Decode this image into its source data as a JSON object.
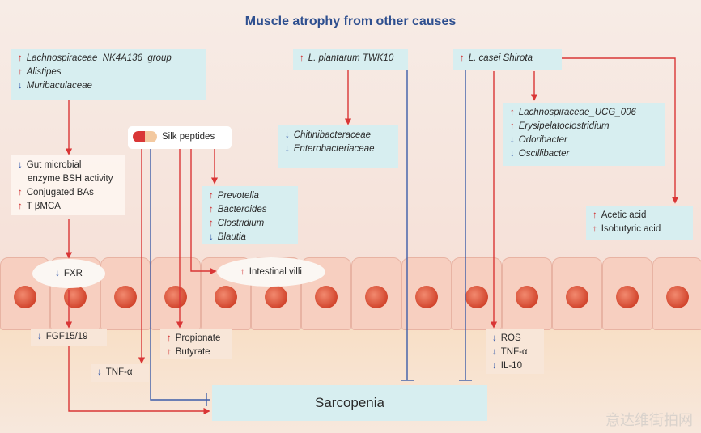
{
  "title": "Muscle atrophy from other causes",
  "boxes": {
    "gut_group": [
      {
        "dir": "up",
        "text": "Lachnospiraceae_NK4A136_group"
      },
      {
        "dir": "up",
        "text": "Alistipes"
      },
      {
        "dir": "down",
        "text": "Muribaculaceae"
      }
    ],
    "plantarum": {
      "dir": "up",
      "text": "L. plantarum TWK10"
    },
    "casei": {
      "dir": "up",
      "text": "L. casei Shirota"
    },
    "chitin": [
      {
        "dir": "down",
        "text": "Chitinibacteraceae"
      },
      {
        "dir": "down",
        "text": "Enterobacteriaceae"
      }
    ],
    "lachno2": [
      {
        "dir": "up",
        "text": "Lachnospiraceae_UCG_006"
      },
      {
        "dir": "up",
        "text": "Erysipelatoclostridium"
      },
      {
        "dir": "down",
        "text": "Odoribacter"
      },
      {
        "dir": "down",
        "text": "Oscillibacter"
      }
    ],
    "bsh": [
      {
        "dir": "down",
        "text": "Gut microbial"
      },
      {
        "dir": "none",
        "text": "enzyme BSH activity"
      },
      {
        "dir": "up",
        "text": "Conjugated BAs"
      },
      {
        "dir": "up",
        "text": "T βMCA"
      }
    ],
    "silk": "Silk peptides",
    "prevotella": [
      {
        "dir": "up",
        "text": "Prevotella"
      },
      {
        "dir": "up",
        "text": "Bacteroides"
      },
      {
        "dir": "up",
        "text": "Clostridium"
      },
      {
        "dir": "down",
        "text": "Blautia"
      }
    ],
    "acids": [
      {
        "dir": "up",
        "text": "Acetic acid"
      },
      {
        "dir": "up",
        "text": "Isobutyric acid"
      }
    ],
    "fxr": {
      "dir": "down",
      "text": "FXR"
    },
    "villi": {
      "dir": "up",
      "text": "Intestinal villi"
    },
    "fgf": {
      "dir": "down",
      "text": "FGF15/19"
    },
    "tnf": {
      "dir": "down",
      "text": "TNF-α"
    },
    "scfa": [
      {
        "dir": "up",
        "text": "Propionate"
      },
      {
        "dir": "up",
        "text": "Butyrate"
      }
    ],
    "ros": [
      {
        "dir": "down",
        "text": "ROS"
      },
      {
        "dir": "down",
        "text": "TNF-α"
      },
      {
        "dir": "down",
        "text": "IL-10"
      }
    ],
    "sarcopenia": "Sarcopenia"
  },
  "arrows": {
    "red": "#d93636",
    "blue": "#3d5da8"
  },
  "watermark": "意达维街拍网"
}
